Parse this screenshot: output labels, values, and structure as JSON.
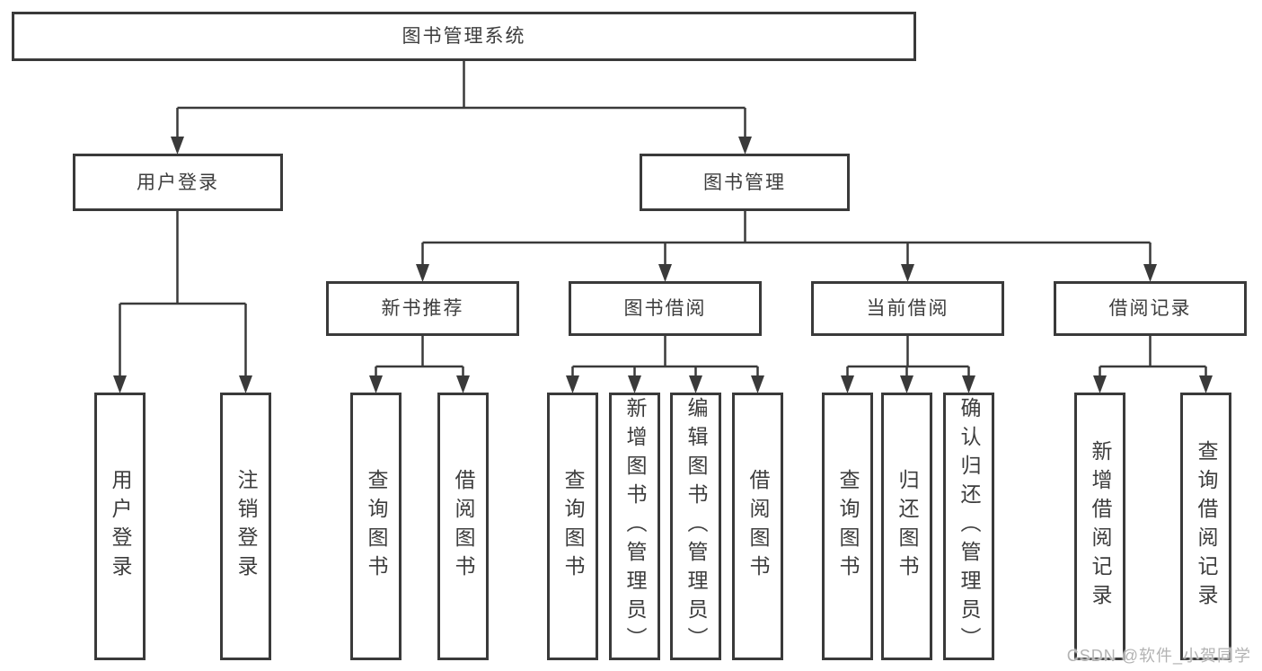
{
  "colors": {
    "line": "#3a3a3a",
    "box_border": "#3a3a3a",
    "text": "#3d3d3d",
    "background": "#ffffff",
    "watermark": "#b3b3b3"
  },
  "tree": {
    "root": {
      "label": "图书管理系统"
    },
    "level2": [
      {
        "label": "用户登录"
      },
      {
        "label": "图书管理"
      }
    ],
    "level3": [
      {
        "label": "新书推荐"
      },
      {
        "label": "图书借阅"
      },
      {
        "label": "当前借阅"
      },
      {
        "label": "借阅记录"
      }
    ],
    "leaves": {
      "user_login": [
        {
          "label": "用户登录"
        },
        {
          "label": "注销登录"
        }
      ],
      "new_book_recommend": [
        {
          "label": "查询图书"
        },
        {
          "label": "借阅图书"
        }
      ],
      "book_borrowing": [
        {
          "label": "查询图书"
        },
        {
          "label": "新增图书（管理员）"
        },
        {
          "label": "编辑图书（管理员）"
        },
        {
          "label": "借阅图书"
        }
      ],
      "current_borrowing": [
        {
          "label": "查询图书"
        },
        {
          "label": "归还图书"
        },
        {
          "label": "确认归还（管理员）"
        }
      ],
      "borrowing_records": [
        {
          "label": "新增借阅记录"
        },
        {
          "label": "查询借阅记录"
        }
      ]
    }
  },
  "watermark": {
    "text": "CSDN @软件_小贺同学"
  }
}
